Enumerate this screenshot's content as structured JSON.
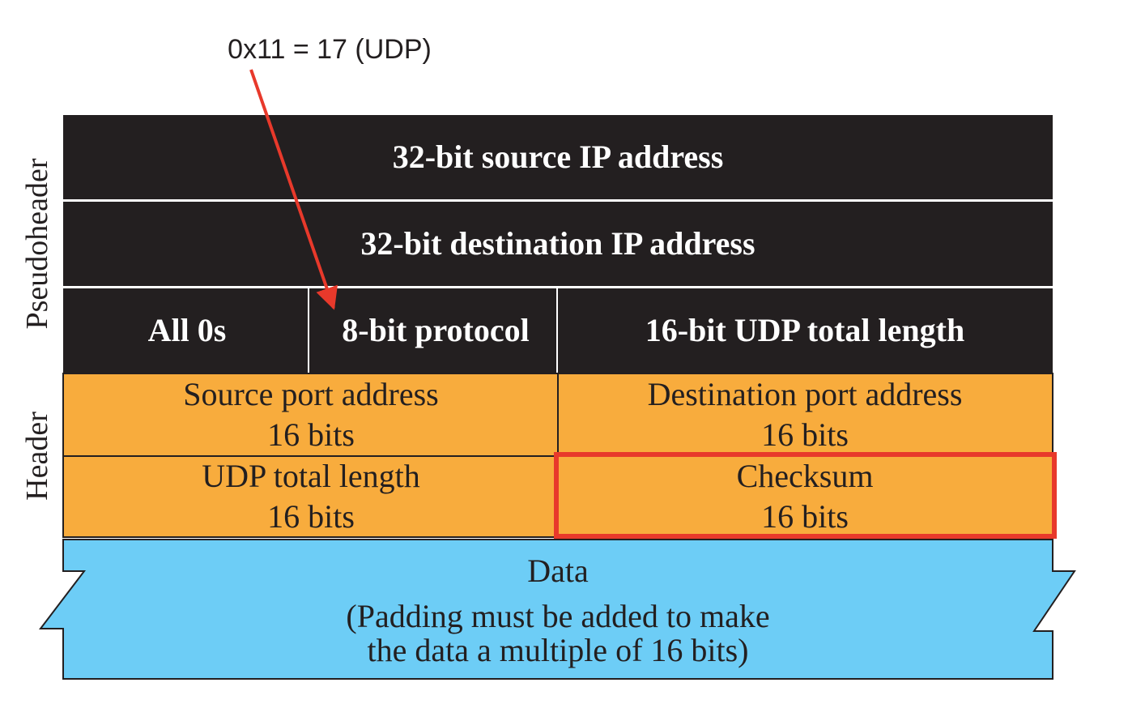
{
  "annotation": {
    "text": "0x11 = 17 (UDP)"
  },
  "side_labels": {
    "pseudoheader": "Pseudoheader",
    "header": "Header"
  },
  "pseudoheader": {
    "source_ip": "32-bit source IP address",
    "destination_ip": "32-bit destination IP address",
    "zeros": "All 0s",
    "protocol": "8-bit protocol",
    "udp_length": "16-bit UDP total length"
  },
  "header": {
    "source_port": {
      "name": "Source port address",
      "size": "16 bits"
    },
    "destination_port": {
      "name": "Destination port address",
      "size": "16 bits"
    },
    "total_length": {
      "name": "UDP total length",
      "size": "16 bits"
    },
    "checksum": {
      "name": "Checksum",
      "size": "16 bits"
    }
  },
  "data": {
    "title": "Data",
    "note_line1": "(Padding must be added to make",
    "note_line2": "the data a multiple of 16 bits)"
  },
  "colors": {
    "pseudoheader_fill": "#231f20",
    "header_fill": "#f8ac3d",
    "data_fill": "#6dcdf6",
    "highlight": "#e8392b",
    "arrow": "#e8392b"
  }
}
